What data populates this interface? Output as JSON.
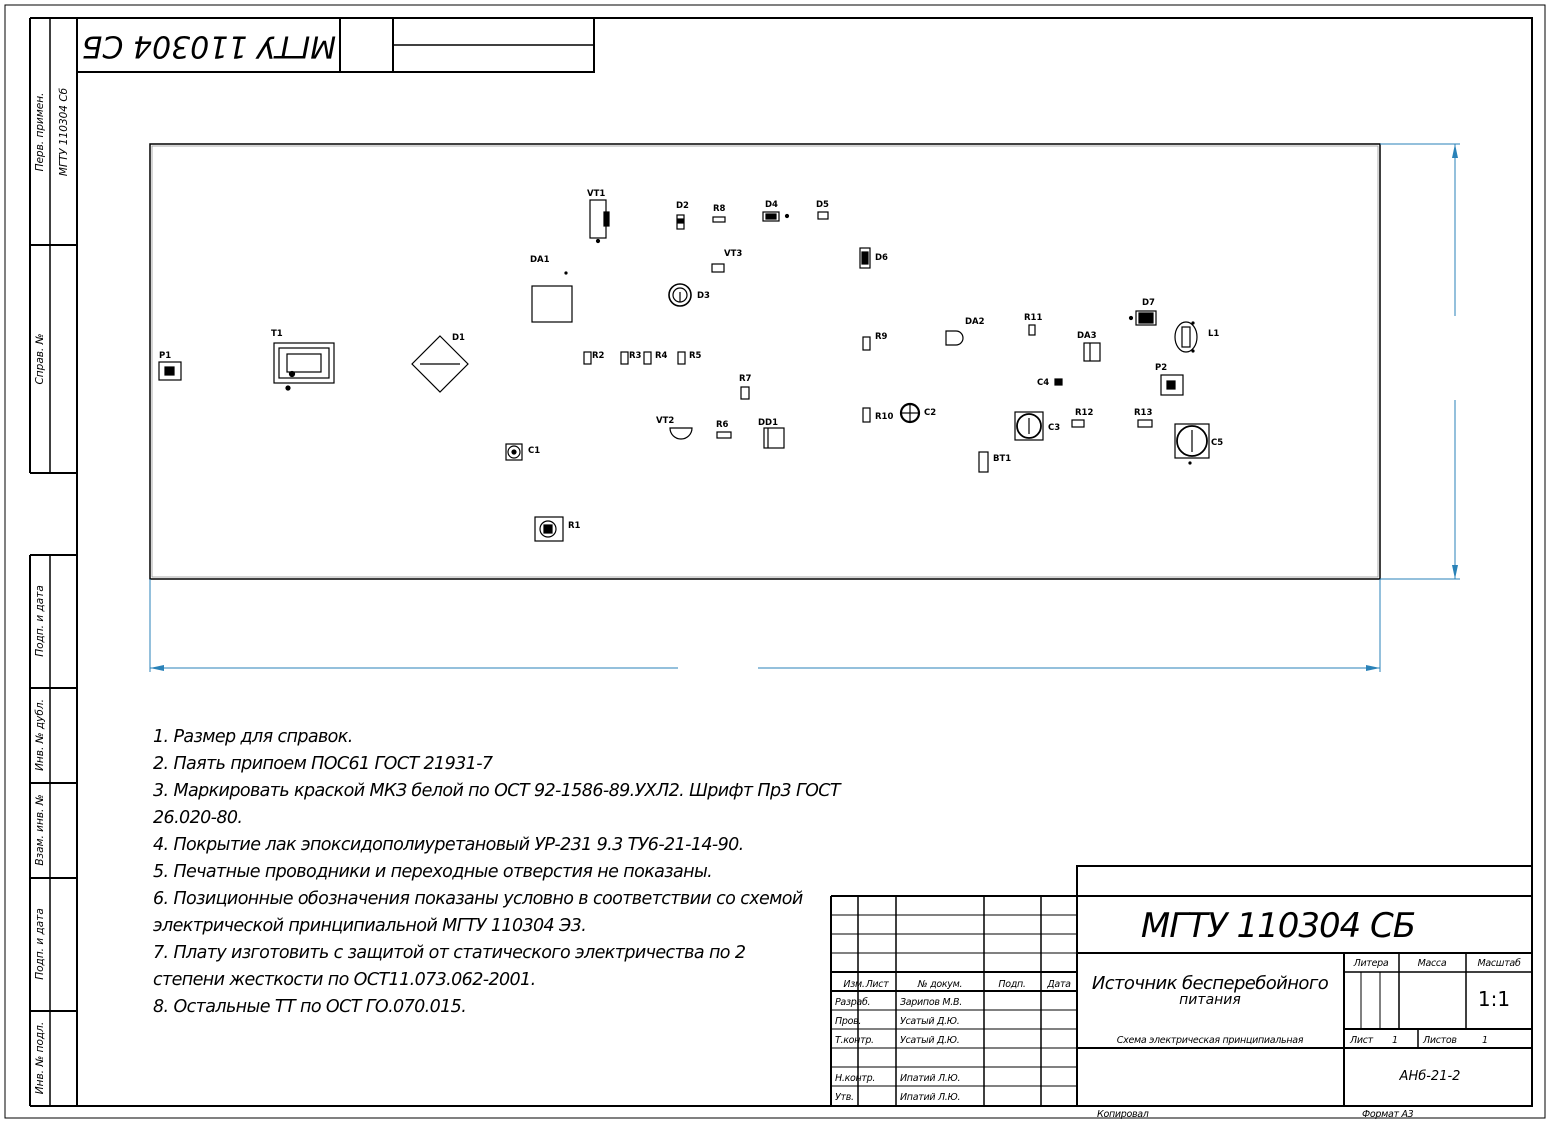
{
  "drawing": {
    "designation": "МГТУ 110304 СБ",
    "designation_rotated": "МГТУ 110304 СБ",
    "title_line1": "Источник бесперебойного",
    "title_line2": "питания",
    "doc_type": "Схема электрическая принципиальная",
    "scale": "1:1",
    "group": "АНб-21-2",
    "sheet": "1",
    "sheets_total": "1",
    "copied_label": "Копировал",
    "format_label": "Формат А3"
  },
  "side_stamp": {
    "first_use_label": "Перв. примен.",
    "first_use_value": "МГТУ 110304 Сб",
    "ref_no_label": "Справ. №",
    "sign_date_1": "Подп. и дата",
    "dup_inv_label": "Инв. № дубл.",
    "replace_inv_label": "Взам. инв. №",
    "sign_date_2": "Подп. и дата",
    "orig_inv_label": "Инв. № подл."
  },
  "title_block": {
    "col_headers": [
      "Изм.",
      "Лист",
      "№ докум.",
      "Подп.",
      "Дата"
    ],
    "rows": [
      {
        "role": "Разраб.",
        "name": "Зарипов М.В."
      },
      {
        "role": "Пров.",
        "name": "Усатый Д.Ю."
      },
      {
        "role": "Т.контр.",
        "name": "Усатый Д.Ю."
      },
      {
        "role": "",
        "name": ""
      },
      {
        "role": "Н.контр.",
        "name": "Ипатий Л.Ю."
      },
      {
        "role": "Утв.",
        "name": "Ипатий Л.Ю."
      }
    ],
    "litera_label": "Литера",
    "mass_label": "Масса",
    "scale_label": "Масштаб",
    "sheet_label": "Лист",
    "sheets_label": "Листов"
  },
  "notes": [
    "1. Размер для справок.",
    "2. Паять припоем ПОС61 ГОСТ 21931-7",
    "3. Маркировать краской МКЗ белой по ОСТ 92-1586-89.УХЛ2. Шрифт Пр3 ГОСТ",
    "26.020-80.",
    "4. Покрытие лак эпоксидополиуретановый УР-231 9.3 ТУ6-21-14-90.",
    "5. Печатные проводники и переходные отверстия не показаны.",
    "6. Позиционные обозначения показаны условно в соответствии со схемой",
    "электрической принципиальной МГТУ 110304 Э3.",
    "7. Плату изготовить с защитой от статического электричества по 2",
    "степени жесткости по ОСТ11.073.062-2001.",
    "8. Остальные ТТ по ОСТ ГО.070.015."
  ],
  "components": {
    "P1": "P1",
    "T1": "T1",
    "D1": "D1",
    "DA1": "DA1",
    "VT1": "VT1",
    "D2": "D2",
    "R8": "R8",
    "D4": "D4",
    "D5": "D5",
    "VT3": "VT3",
    "D3": "D3",
    "D6": "D6",
    "R2": "R2",
    "R3": "R3",
    "R4": "R4",
    "R5": "R5",
    "R7": "R7",
    "VT2": "VT2",
    "R6": "R6",
    "DD1": "DD1",
    "C1": "C1",
    "R1": "R1",
    "R9": "R9",
    "R10": "R10",
    "C2": "C2",
    "DA2": "DA2",
    "R11": "R11",
    "DA3": "DA3",
    "C4": "C4",
    "D7": "D7",
    "L1": "L1",
    "P2": "P2",
    "R12": "R12",
    "R13": "R13",
    "C3": "C3",
    "C5": "C5",
    "BT1": "BT1"
  },
  "colors": {
    "dimension": "#2a82b8",
    "line": "#000000"
  }
}
